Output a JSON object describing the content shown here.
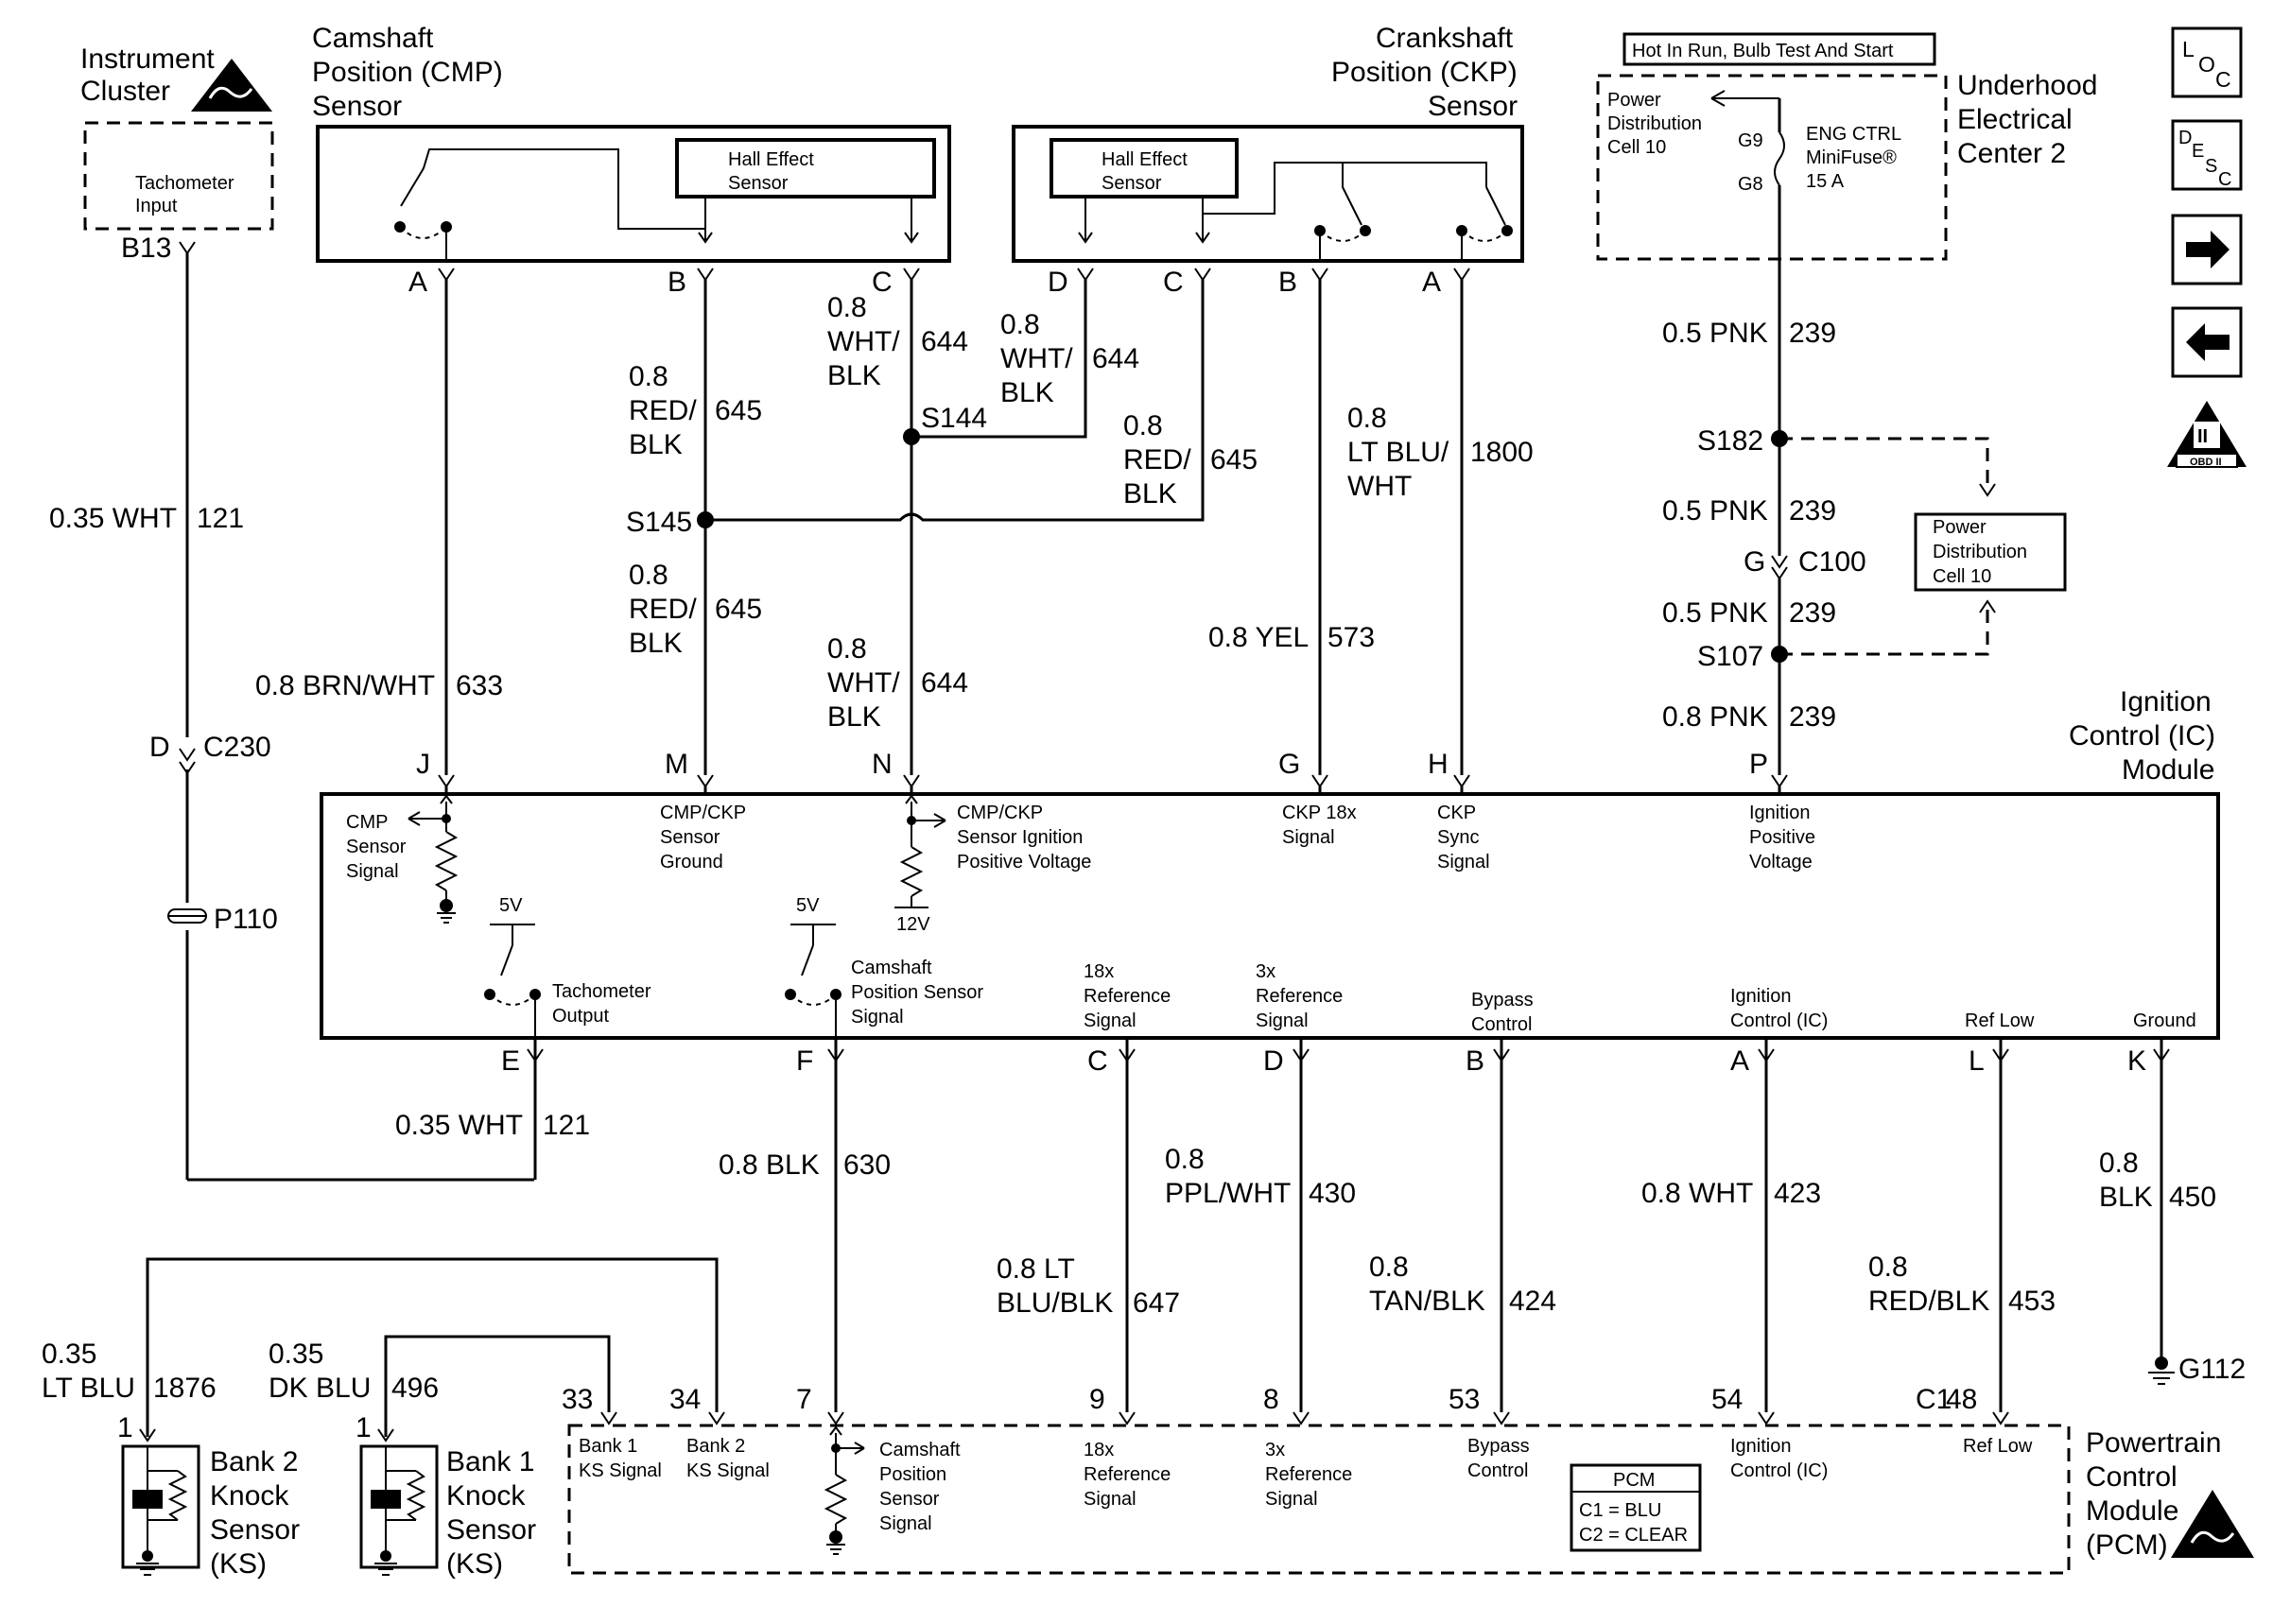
{
  "instrument_cluster": {
    "title_1": "Instrument",
    "title_2": "Cluster",
    "input_1": "Tachometer",
    "input_2": "Input",
    "pin": "B13"
  },
  "cmp_sensor": {
    "title_1": "Camshaft",
    "title_2": "Position (CMP)",
    "title_3": "Sensor",
    "hall_1": "Hall Effect",
    "hall_2": "Sensor",
    "pin_a": "A",
    "pin_b": "B",
    "pin_c": "C"
  },
  "ckp_sensor": {
    "title_1": "Crankshaft",
    "title_2": "Position (CKP)",
    "title_3": "Sensor",
    "hall_1": "Hall Effect",
    "hall_2": "Sensor",
    "pin_d": "D",
    "pin_c": "C",
    "pin_b": "B",
    "pin_a": "A"
  },
  "fuse_center": {
    "banner": "Hot In Run, Bulb Test And Start",
    "pdc_1": "Power",
    "pdc_2": "Distribution",
    "pdc_3": "Cell 10",
    "g9": "G9",
    "g8": "G8",
    "fuse_1": "ENG CTRL",
    "fuse_2": "MiniFuse®",
    "fuse_3": "15 A",
    "title_1": "Underhood",
    "title_2": "Electrical",
    "title_3": "Center 2"
  },
  "nav_icons": {
    "loc": "LOC",
    "desc": "DESC",
    "next": "next",
    "prev": "previous",
    "obd": "OBD II"
  },
  "wires": {
    "w121_top": {
      "size": "0.35 WHT",
      "circuit": "121"
    },
    "w633": {
      "size": "0.8 BRN/WHT",
      "circuit": "633"
    },
    "w645_a": {
      "l1": "0.8",
      "l2": "RED/",
      "l3": "BLK",
      "circuit": "645"
    },
    "w645_b": {
      "l1": "0.8",
      "l2": "RED/",
      "l3": "BLK",
      "circuit": "645"
    },
    "w645_c": {
      "l1": "0.8",
      "l2": "RED/",
      "l3": "BLK",
      "circuit": "645"
    },
    "w644_a": {
      "l1": "0.8",
      "l2": "WHT/",
      "l3": "BLK",
      "circuit": "644"
    },
    "w644_b": {
      "l1": "0.8",
      "l2": "WHT/",
      "l3": "BLK",
      "circuit": "644"
    },
    "w644_c": {
      "l1": "0.8",
      "l2": "WHT/",
      "l3": "BLK",
      "circuit": "644"
    },
    "w1800": {
      "l1": "0.8",
      "l2": "LT BLU/",
      "l3": "WHT",
      "circuit": "1800"
    },
    "w573": {
      "size": "0.8 YEL",
      "circuit": "573"
    },
    "w239_a": {
      "size": "0.5 PNK",
      "circuit": "239"
    },
    "w239_b": {
      "size": "0.5 PNK",
      "circuit": "239"
    },
    "w239_c": {
      "size": "0.5 PNK",
      "circuit": "239"
    },
    "w239_d": {
      "size": "0.8 PNK",
      "circuit": "239"
    },
    "w121_bot": {
      "size": "0.35 WHT",
      "circuit": "121"
    },
    "w630": {
      "size": "0.8 BLK",
      "circuit": "630"
    },
    "w647": {
      "l1": "0.8 LT",
      "l2": "BLU/BLK",
      "circuit": "647"
    },
    "w430": {
      "l1": "0.8",
      "l2": "PPL/WHT",
      "circuit": "430"
    },
    "w424": {
      "l1": "0.8",
      "l2": "TAN/BLK",
      "circuit": "424"
    },
    "w423": {
      "size": "0.8 WHT",
      "circuit": "423"
    },
    "w453": {
      "l1": "0.8",
      "l2": "RED/BLK",
      "circuit": "453"
    },
    "w450": {
      "l1": "0.8",
      "l2": "BLK",
      "circuit": "450"
    },
    "w1876": {
      "l1": "0.35",
      "l2": "LT BLU",
      "circuit": "1876"
    },
    "w496": {
      "l1": "0.35",
      "l2": "DK BLU",
      "circuit": "496"
    }
  },
  "splices": {
    "s144": "S144",
    "s145": "S145",
    "s182": "S182",
    "s107": "S107"
  },
  "connectors": {
    "c230_pin": "D",
    "c230": "C230",
    "c100_pin": "G",
    "c100": "C100",
    "p110": "P110",
    "g112": "G112",
    "c1": "C1"
  },
  "pdc_box": {
    "l1": "Power",
    "l2": "Distribution",
    "l3": "Cell 10"
  },
  "ic_module": {
    "title_1": "Ignition",
    "title_2": "Control (IC)",
    "title_3": "Module",
    "top_pins": [
      "J",
      "M",
      "N",
      "G",
      "H",
      "P"
    ],
    "bot_pins": [
      "E",
      "F",
      "C",
      "D",
      "B",
      "A",
      "L",
      "K"
    ],
    "cmp_sig": [
      "CMP",
      "Sensor",
      "Signal"
    ],
    "gnd": [
      "CMP/CKP",
      "Sensor",
      "Ground"
    ],
    "ign_v": [
      "CMP/CKP",
      "Sensor Ignition",
      "Positive Voltage"
    ],
    "ckp18": [
      "CKP 18x",
      "Signal"
    ],
    "sync": [
      "CKP",
      "Sync",
      "Signal"
    ],
    "ipv": [
      "Ignition",
      "Positive",
      "Voltage"
    ],
    "v5a": "5V",
    "v5b": "5V",
    "v12": "12V",
    "tach": [
      "Tachometer",
      "Output"
    ],
    "campos": [
      "Camshaft",
      "Position Sensor",
      "Signal"
    ],
    "ref18": [
      "18x",
      "Reference",
      "Signal"
    ],
    "ref3": [
      "3x",
      "Reference",
      "Signal"
    ],
    "bypass": [
      "Bypass",
      "Control"
    ],
    "icc": [
      "Ignition",
      "Control (IC)"
    ],
    "reflow": "Ref Low",
    "ground": "Ground"
  },
  "pcm": {
    "pins": [
      "33",
      "34",
      "7",
      "9",
      "8",
      "53",
      "54",
      "48"
    ],
    "bank1": [
      "Bank 1",
      "KS Signal"
    ],
    "bank2": [
      "Bank 2",
      "KS Signal"
    ],
    "cam": [
      "Camshaft",
      "Position",
      "Sensor",
      "Signal"
    ],
    "ref18": [
      "18x",
      "Reference",
      "Signal"
    ],
    "ref3": [
      "3x",
      "Reference",
      "Signal"
    ],
    "bypass": [
      "Bypass",
      "Control"
    ],
    "legend_title": "PCM",
    "legend_1": "C1 = BLU",
    "legend_2": "C2 = CLEAR",
    "icc": [
      "Ignition",
      "Control (IC)"
    ],
    "reflow": "Ref Low",
    "title": [
      "Powertrain",
      "Control",
      "Module",
      "(PCM)"
    ]
  },
  "knock": {
    "b2": [
      "Bank 2",
      "Knock",
      "Sensor",
      "(KS)"
    ],
    "b1": [
      "Bank 1",
      "Knock",
      "Sensor",
      "(KS)"
    ],
    "pin_b2": "1",
    "pin_b1": "1"
  }
}
